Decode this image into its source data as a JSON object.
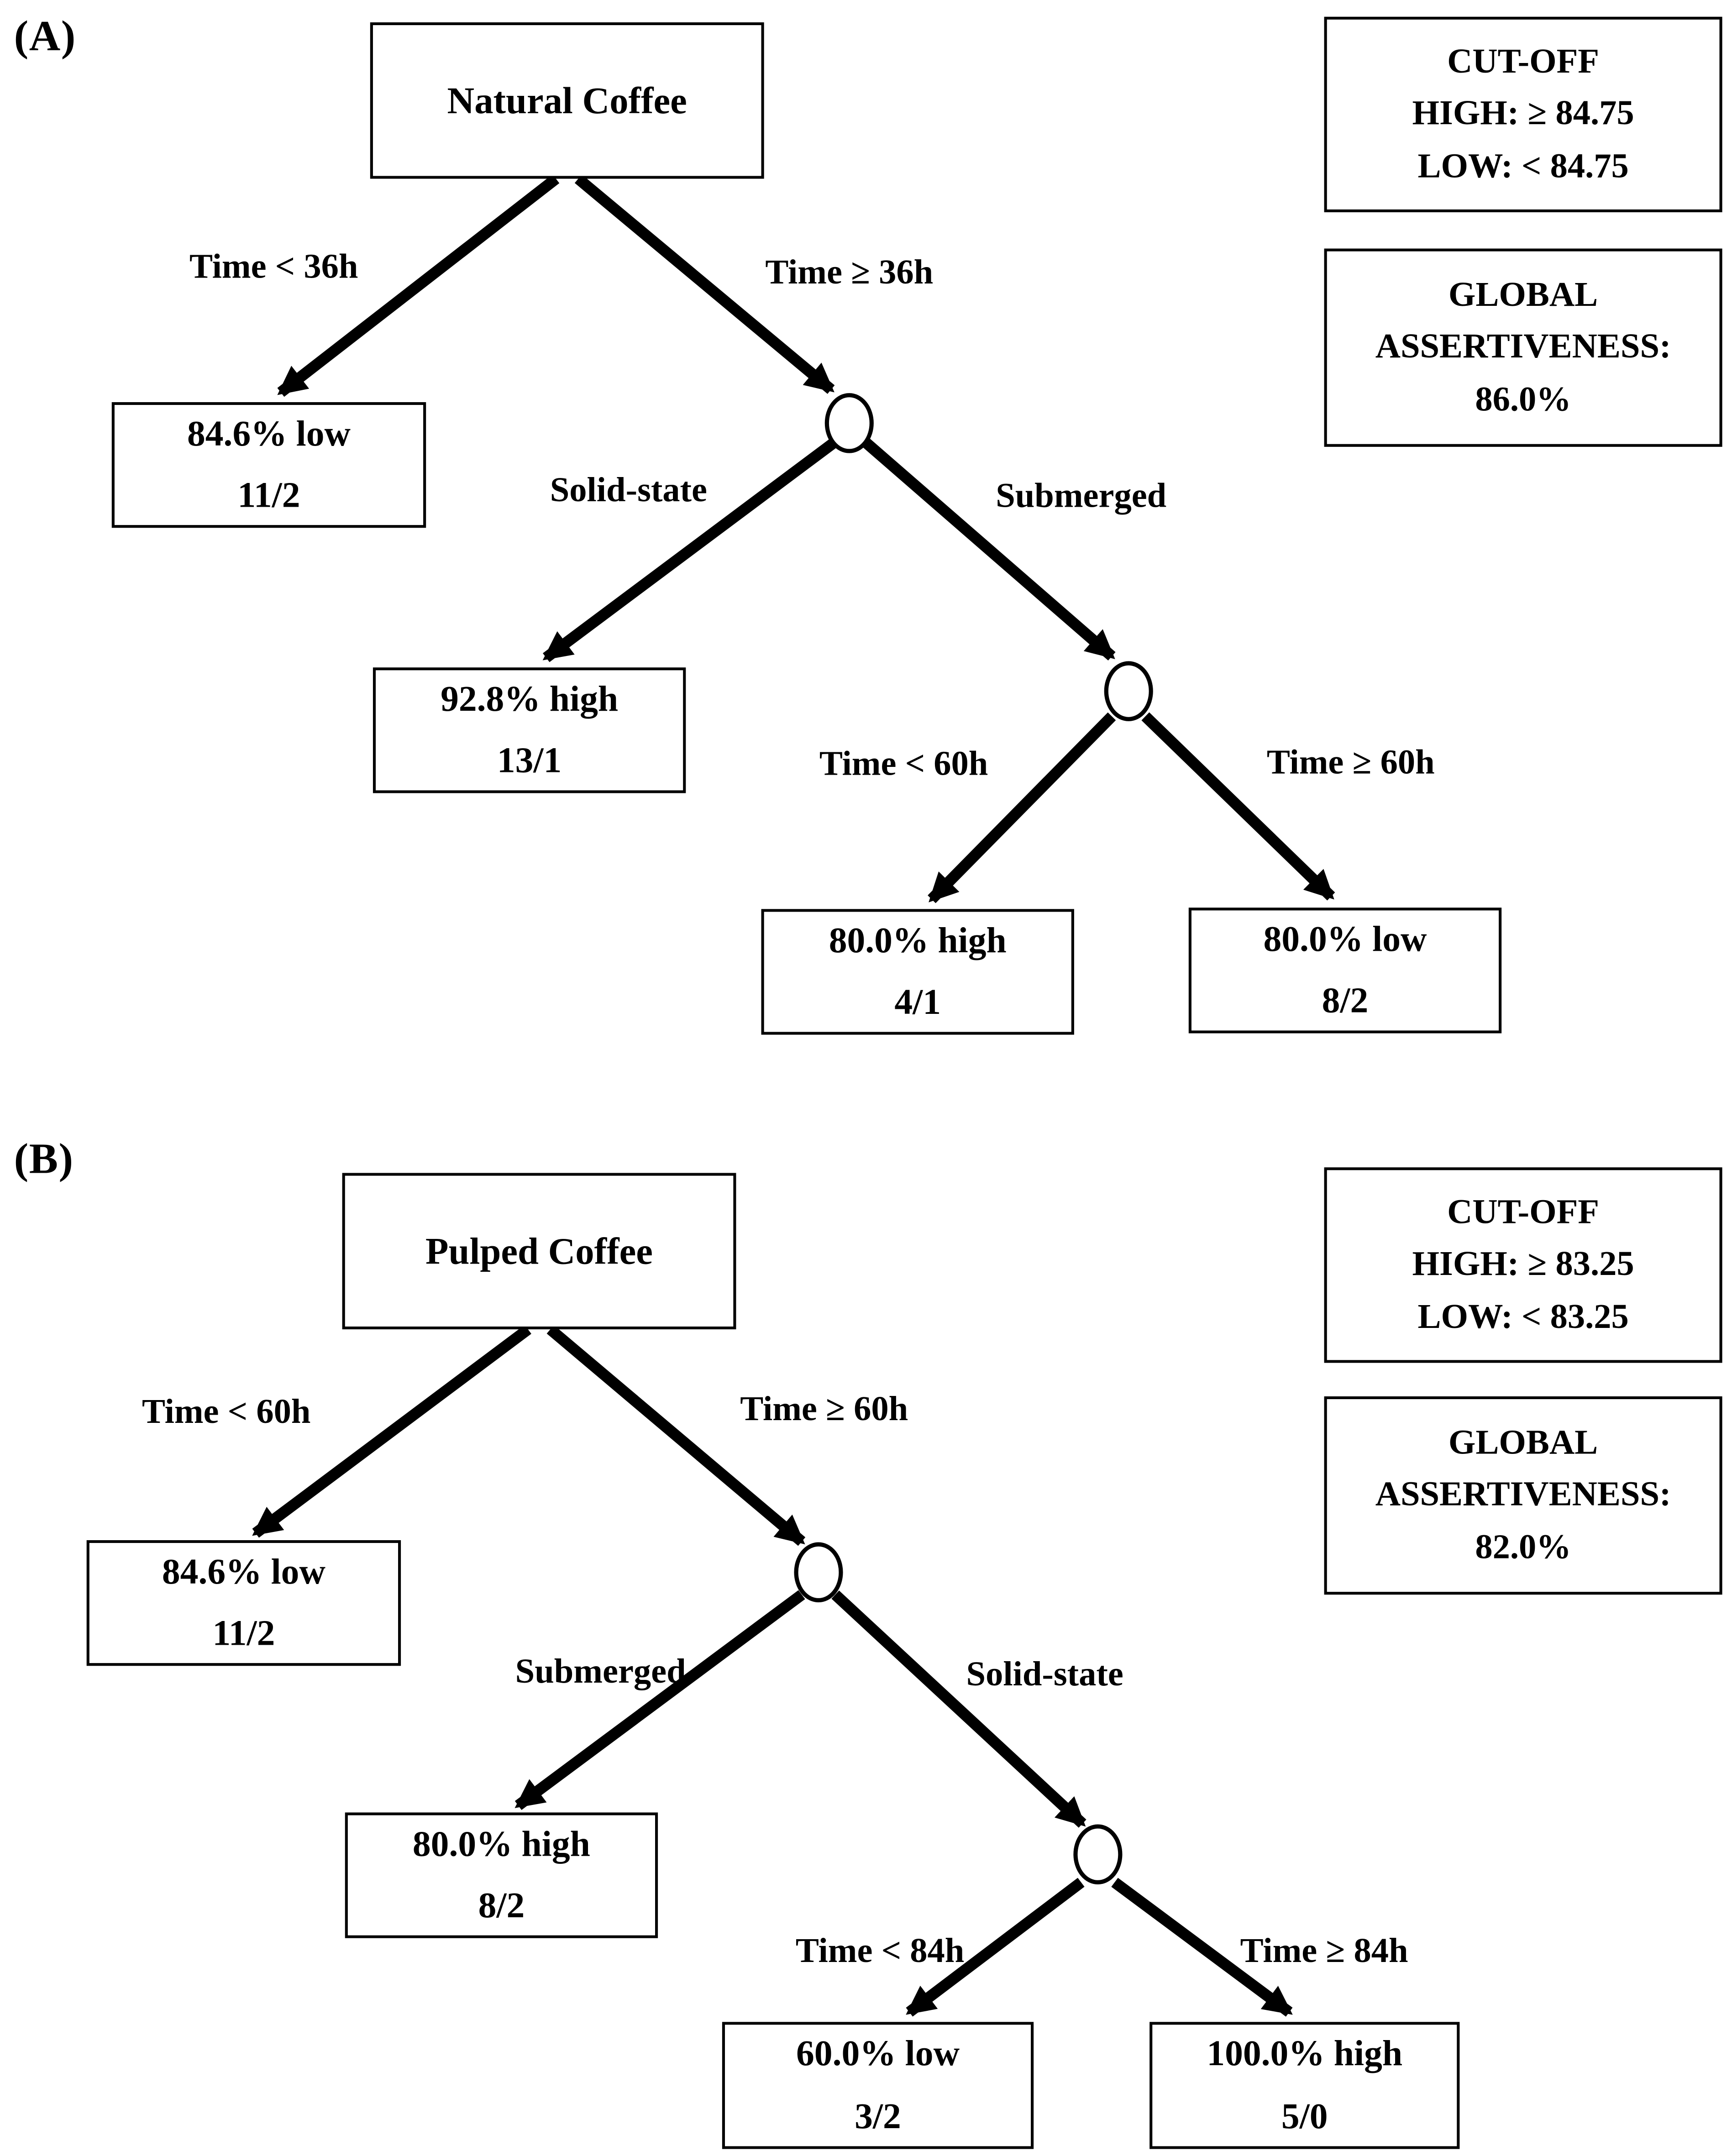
{
  "panel_a": {
    "label": "(A)",
    "root": "Natural Coffee",
    "edge_labels": {
      "time_lt_36h": "Time < 36h",
      "time_ge_36h": "Time ≥ 36h",
      "solid_state": "Solid-state",
      "submerged": "Submerged",
      "time_lt_60h": "Time < 60h",
      "time_ge_60h": "Time ≥ 60h"
    },
    "leaves": {
      "lt36": {
        "line1": "84.6% low",
        "line2": "11/2"
      },
      "solid": {
        "line1": "92.8% high",
        "line2": "13/1"
      },
      "sub_lt60": {
        "line1": "80.0% high",
        "line2": "4/1"
      },
      "sub_ge60": {
        "line1": "80.0% low",
        "line2": "8/2"
      }
    },
    "cutoff_box": {
      "title": "CUT-OFF",
      "high": "HIGH: ≥ 84.75",
      "low": "LOW: < 84.75"
    },
    "global_box": {
      "line1": "GLOBAL",
      "line2": "ASSERTIVENESS:",
      "line3": "86.0%"
    }
  },
  "panel_b": {
    "label": "(B)",
    "root": "Pulped Coffee",
    "edge_labels": {
      "time_lt_60h": "Time < 60h",
      "time_ge_60h": "Time ≥ 60h",
      "submerged": "Submerged",
      "solid_state": "Solid-state",
      "time_lt_84h": "Time < 84h",
      "time_ge_84h": "Time ≥ 84h"
    },
    "leaves": {
      "lt60": {
        "line1": "84.6% low",
        "line2": "11/2"
      },
      "sub": {
        "line1": "80.0% high",
        "line2": "8/2"
      },
      "solid_lt84": {
        "line1": "60.0% low",
        "line2": "3/2"
      },
      "solid_ge84": {
        "line1": "100.0% high",
        "line2": "5/0"
      }
    },
    "cutoff_box": {
      "title": "CUT-OFF",
      "high": "HIGH: ≥ 83.25",
      "low": "LOW: < 83.25"
    },
    "global_box": {
      "line1": "GLOBAL",
      "line2": "ASSERTIVENESS:",
      "line3": "82.0%"
    }
  }
}
